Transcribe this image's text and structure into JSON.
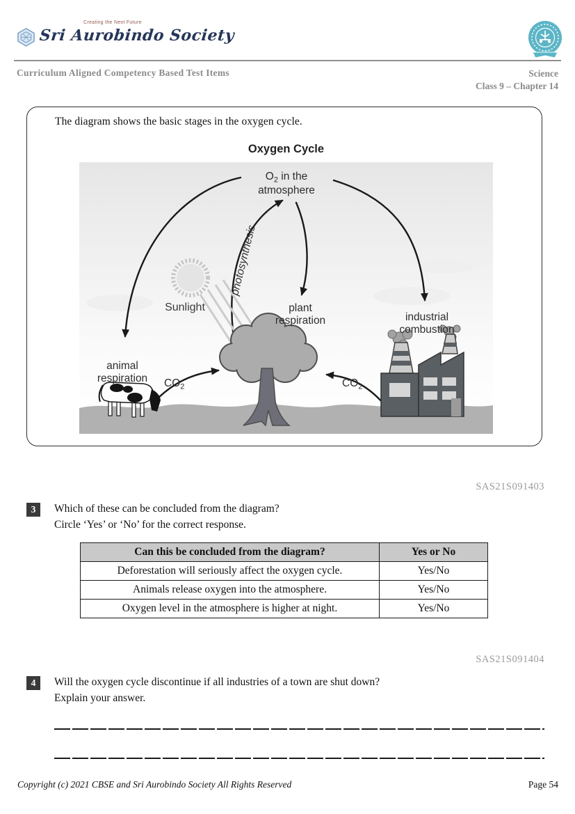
{
  "header": {
    "society_name": "Sri Aurobindo Society",
    "society_tagline": "Creating the Next Future",
    "doc_title": "Curriculum Aligned Competency Based Test Items",
    "subject": "Science",
    "class_chapter": "Class 9 – Chapter 14"
  },
  "card": {
    "intro": "The diagram shows the basic stages in the oxygen cycle.",
    "title": "Oxygen Cycle",
    "labels": {
      "o2_pre": "O",
      "o2_sub": "2",
      "o2_post": " in the",
      "o2_line2": "atmosphere",
      "photosynthesis": "photosynthesis",
      "sunlight": "Sunlight",
      "plant_1": "plant",
      "plant_2": "respiration",
      "industrial_1": "industrial",
      "industrial_2": "combustion",
      "animal_1": "animal",
      "animal_2": "respiration",
      "co2_pre": "CO",
      "co2_sub": "2"
    }
  },
  "q3": {
    "code": "SAS21S091403",
    "number": "3",
    "line1": "Which of these can be concluded from the diagram?",
    "line2": "Circle ‘Yes’ or ‘No’ for the correct response.",
    "table": {
      "headers": [
        "Can this be concluded from the diagram?",
        "Yes or No"
      ],
      "rows": [
        {
          "statement": "Deforestation will seriously affect the oxygen cycle.",
          "choice": "Yes/No"
        },
        {
          "statement": "Animals release oxygen into the atmosphere.",
          "choice": "Yes/No"
        },
        {
          "statement": "Oxygen level in the atmosphere is higher at night.",
          "choice": "Yes/No"
        }
      ]
    }
  },
  "q4": {
    "code": "SAS21S091404",
    "number": "4",
    "line1": "Will the oxygen cycle discontinue if all industries of a town are shut down?",
    "line2": "Explain your answer."
  },
  "footer": {
    "copyright": "Copyright (c) 2021 CBSE and Sri Aurobindo Society All Rights Reserved",
    "page": "Page 54"
  },
  "colors": {
    "brand_navy": "#24365c",
    "brand_teal": "#5ab5c6",
    "header_gray": "#8b8b8b",
    "badge_bg": "#3a3a3a",
    "table_header_bg": "#c9c9c9",
    "code_gray": "#9a9a9a"
  }
}
